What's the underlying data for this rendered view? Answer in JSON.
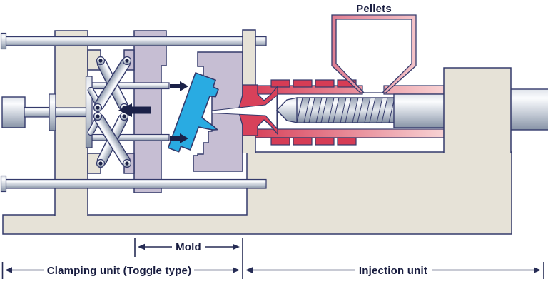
{
  "labels": {
    "pellets": "Pellets",
    "mold": "Mold",
    "clamping_unit": "Clamping unit (Toggle type)",
    "injection_unit": "Injection unit"
  },
  "colors": {
    "outline": "#343a6b",
    "text": "#181c3f",
    "arrow": "#1b2148",
    "frame_beige": "#e6e2d7",
    "platen_lavender": "#c6bed3",
    "molded_part_blue": "#29abe2",
    "heater_red": "#d63c55",
    "melt_red": "#d8415a",
    "barrel_pink_light": "#f8d4d5"
  }
}
